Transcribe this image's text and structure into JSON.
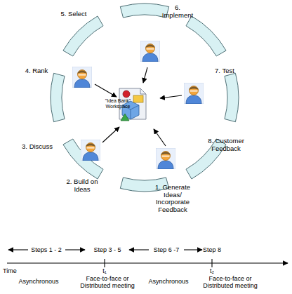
{
  "diagram": {
    "nodes": [
      {
        "text": [
          "\"Idea Bank\" Workspace"
        ]
      }
    ],
    "labels": [
      "5. Select",
      "6. Implement",
      "4. Rank",
      "7. Test",
      "3. Discuss",
      "8. Customer Feedback",
      "2. Build on Ideas",
      "1. Generate Ideas/ Incorporate Feedback",
      "Steps 1 - 2",
      "Step 3 - 5",
      "Step 6 -7",
      "Step 8",
      "Time",
      "t₁",
      "t₂",
      "Asynchronous",
      "Face-to-face or Distributed meeting",
      "Asynchronous",
      "Face-to-face or Distributed meeting"
    ]
  }
}
